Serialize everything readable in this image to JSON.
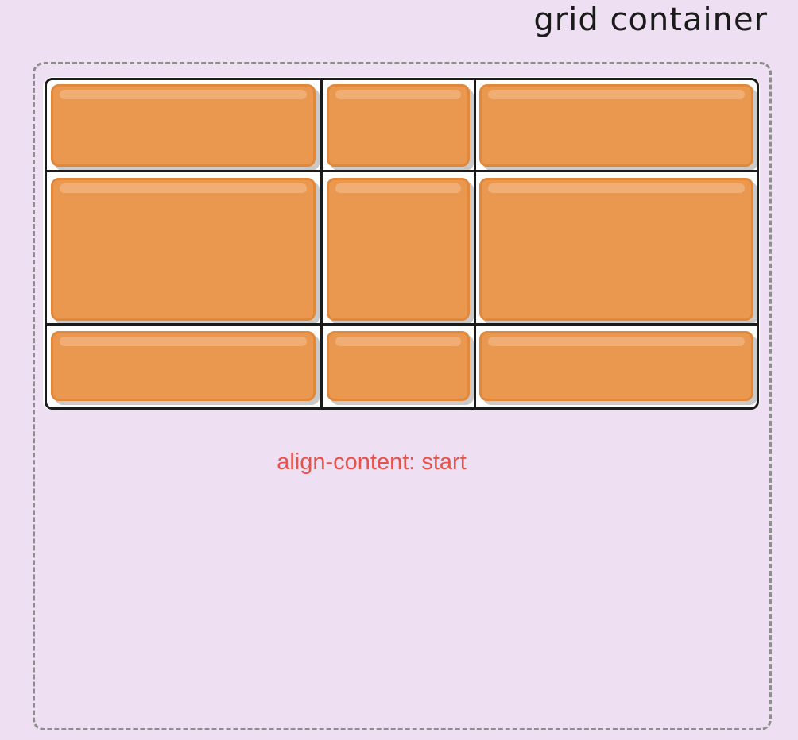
{
  "diagram": {
    "title": "grid container",
    "caption": "align-content: start",
    "rows": 3,
    "columns": 3,
    "cell_color": "#ea984f",
    "caption_color": "#e5534b"
  }
}
